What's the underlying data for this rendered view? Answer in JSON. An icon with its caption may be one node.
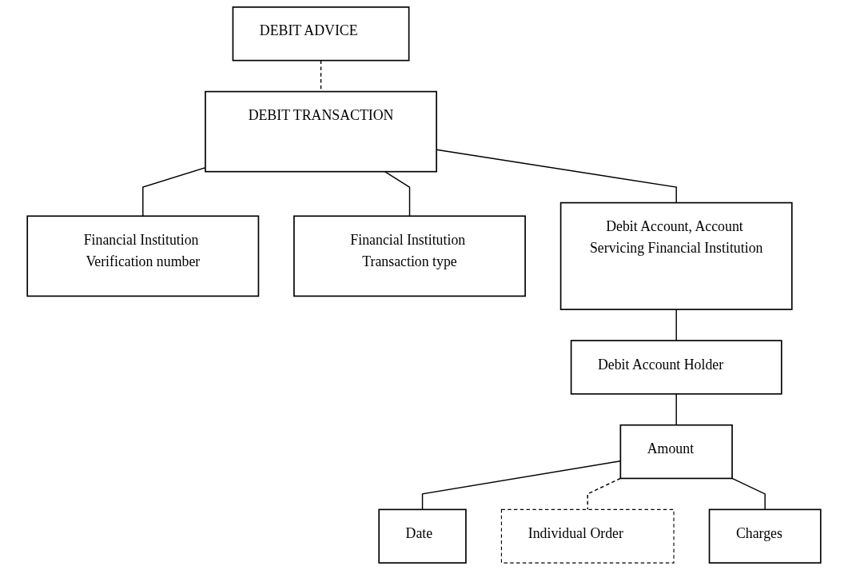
{
  "diagram": {
    "nodes": [
      {
        "text": [
          "DEBIT ADVICE"
        ]
      },
      {
        "text": [
          "DEBIT TRANSACTION"
        ]
      },
      {
        "text": [
          "Financial Institution Verification number"
        ]
      },
      {
        "text": [
          "Financial Institution Transaction type"
        ]
      },
      {
        "text": [
          "Debit Account, Account Servicing Financial Institution"
        ]
      },
      {
        "text": [
          "Debit Account Holder"
        ]
      },
      {
        "text": [
          "Amount"
        ]
      },
      {
        "text": [
          "Date"
        ]
      },
      {
        "text": [
          "Charges"
        ]
      },
      {
        "text": [
          "Individual Order"
        ]
      }
    ],
    "edges": [
      {
        "from": 0,
        "to": 1,
        "arrow": "none",
        "style": "dashed"
      },
      {
        "from": 1,
        "to": 2,
        "arrow": "none"
      },
      {
        "from": 1,
        "to": 4,
        "arrow": "none"
      },
      {
        "from": 1,
        "to": 3,
        "arrow": "none"
      },
      {
        "from": 4,
        "to": 5,
        "arrow": "none"
      },
      {
        "from": 5,
        "to": 6,
        "arrow": "none"
      },
      {
        "from": 6,
        "to": 7,
        "arrow": "none"
      },
      {
        "from": 6,
        "to": 9,
        "arrow": "none",
        "style": "dashed"
      },
      {
        "from": 6,
        "to": 8,
        "arrow": "none"
      }
    ]
  }
}
